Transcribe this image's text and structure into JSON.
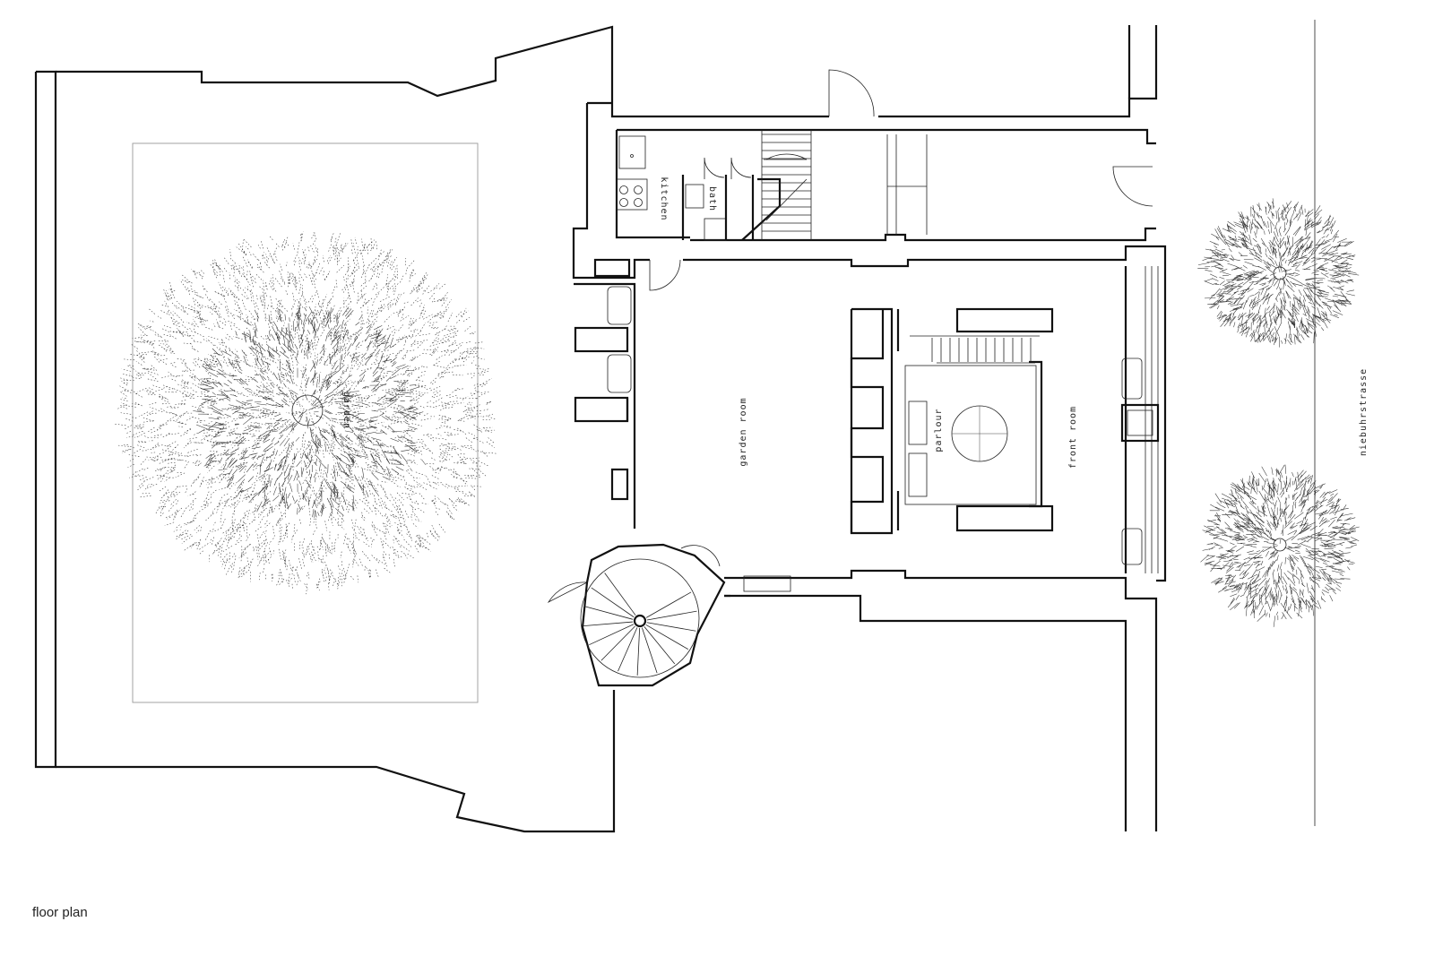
{
  "caption": "floor plan",
  "rooms": {
    "kitchen": "kitchen",
    "bath": "bath",
    "garden_room": "garden room",
    "parlour": "parlour",
    "front_room": "front room",
    "garden": "garden",
    "street": "niebuhrstrasse"
  }
}
